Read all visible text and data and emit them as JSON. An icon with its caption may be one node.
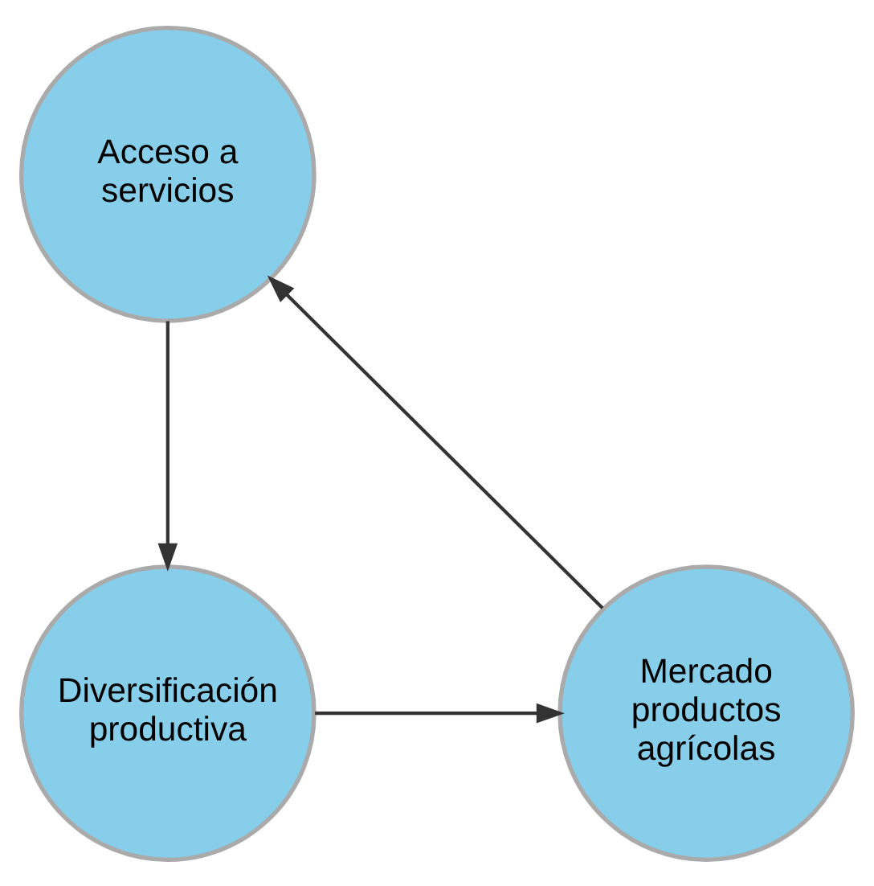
{
  "diagram": {
    "nodes": [
      {
        "text": [
          "Acceso a servicios"
        ]
      },
      {
        "text": [
          "Diversificación productiva"
        ]
      },
      {
        "text": [
          "Mercado productos agrícolas"
        ]
      }
    ],
    "edges": [
      {
        "from": 0,
        "to": 1,
        "arrow": "to"
      },
      {
        "from": 1,
        "to": 2,
        "arrow": "to"
      },
      {
        "from": 2,
        "to": 0,
        "arrow": "to"
      }
    ]
  }
}
